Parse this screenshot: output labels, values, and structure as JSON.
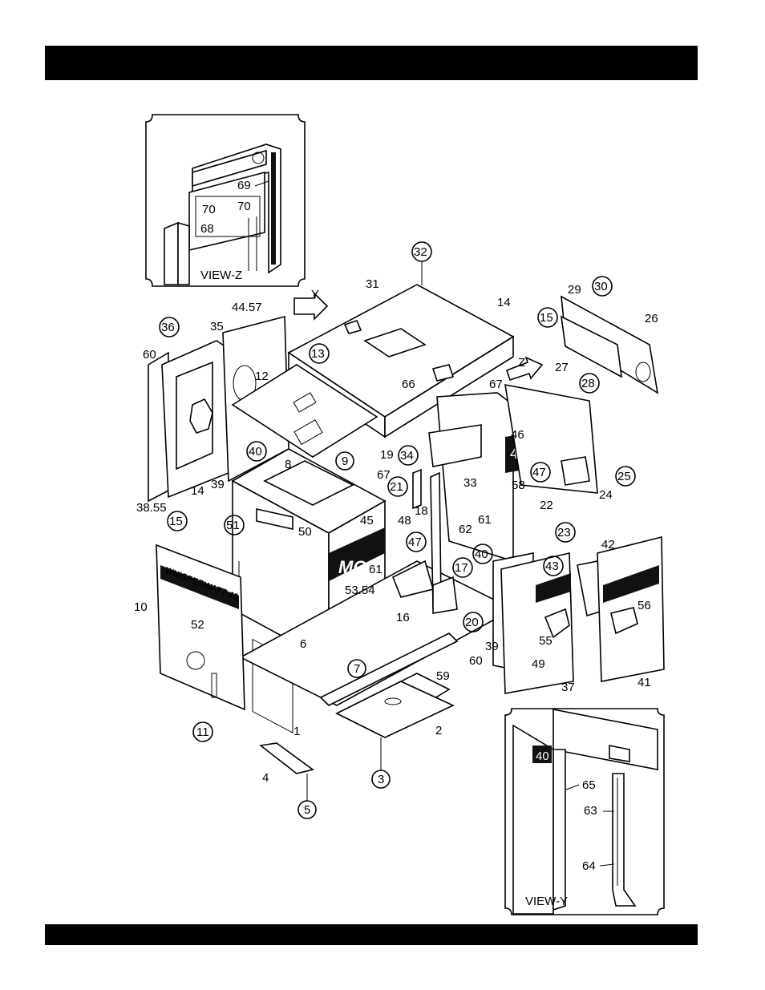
{
  "header_band_text": "",
  "footer_band_text": "",
  "insets": {
    "view_z": "VIEW-Z",
    "view_y": "VIEW-Y"
  },
  "arrows": {
    "y": "Y",
    "z": "Z"
  },
  "decals": {
    "front_panel": "WHISPERWATT 40",
    "mq_logo": "MQ",
    "model_40": "40"
  },
  "callouts": [
    "1",
    "2",
    "3",
    "4",
    "5",
    "6",
    "7",
    "8",
    "9",
    "10",
    "11",
    "12",
    "13",
    "14",
    "15",
    "16",
    "17",
    "18",
    "19",
    "20",
    "21",
    "22",
    "23",
    "24",
    "25",
    "26",
    "27",
    "28",
    "29",
    "30",
    "31",
    "32",
    "33",
    "34",
    "35",
    "36",
    "37",
    "38.55",
    "39",
    "40",
    "41",
    "42",
    "43",
    "44.57",
    "45",
    "46",
    "47",
    "48",
    "49",
    "50",
    "51",
    "52",
    "53.54",
    "56",
    "58",
    "59",
    "60",
    "61",
    "62",
    "63",
    "64",
    "65",
    "66",
    "67",
    "68",
    "69",
    "70"
  ]
}
